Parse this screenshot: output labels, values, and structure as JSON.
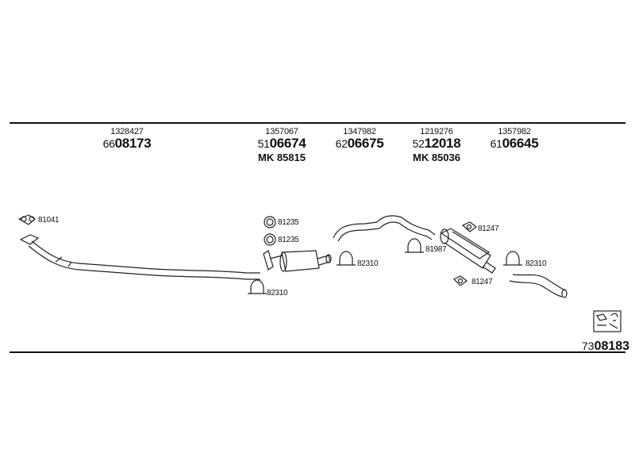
{
  "headers": [
    {
      "orig": "1328427",
      "prefix": "66",
      "num": "08173",
      "mk": ""
    },
    {
      "orig": "1357067",
      "prefix": "51",
      "num": "06674",
      "mk": "MK 85815"
    },
    {
      "orig": "1347982",
      "prefix": "62",
      "num": "06675",
      "mk": ""
    },
    {
      "orig": "1219276",
      "prefix": "52",
      "num": "12018",
      "mk": "MK 85036"
    },
    {
      "orig": "1357982",
      "prefix": "61",
      "num": "06645",
      "mk": ""
    }
  ],
  "labels": {
    "l1": "81041",
    "l2": "81235",
    "l3": "81235",
    "l4": "82310",
    "l5": "82310",
    "l6": "81987",
    "l7": "81247",
    "l8": "81247",
    "l9": "82310"
  },
  "footer": {
    "prefix": "73",
    "num": "08183"
  }
}
